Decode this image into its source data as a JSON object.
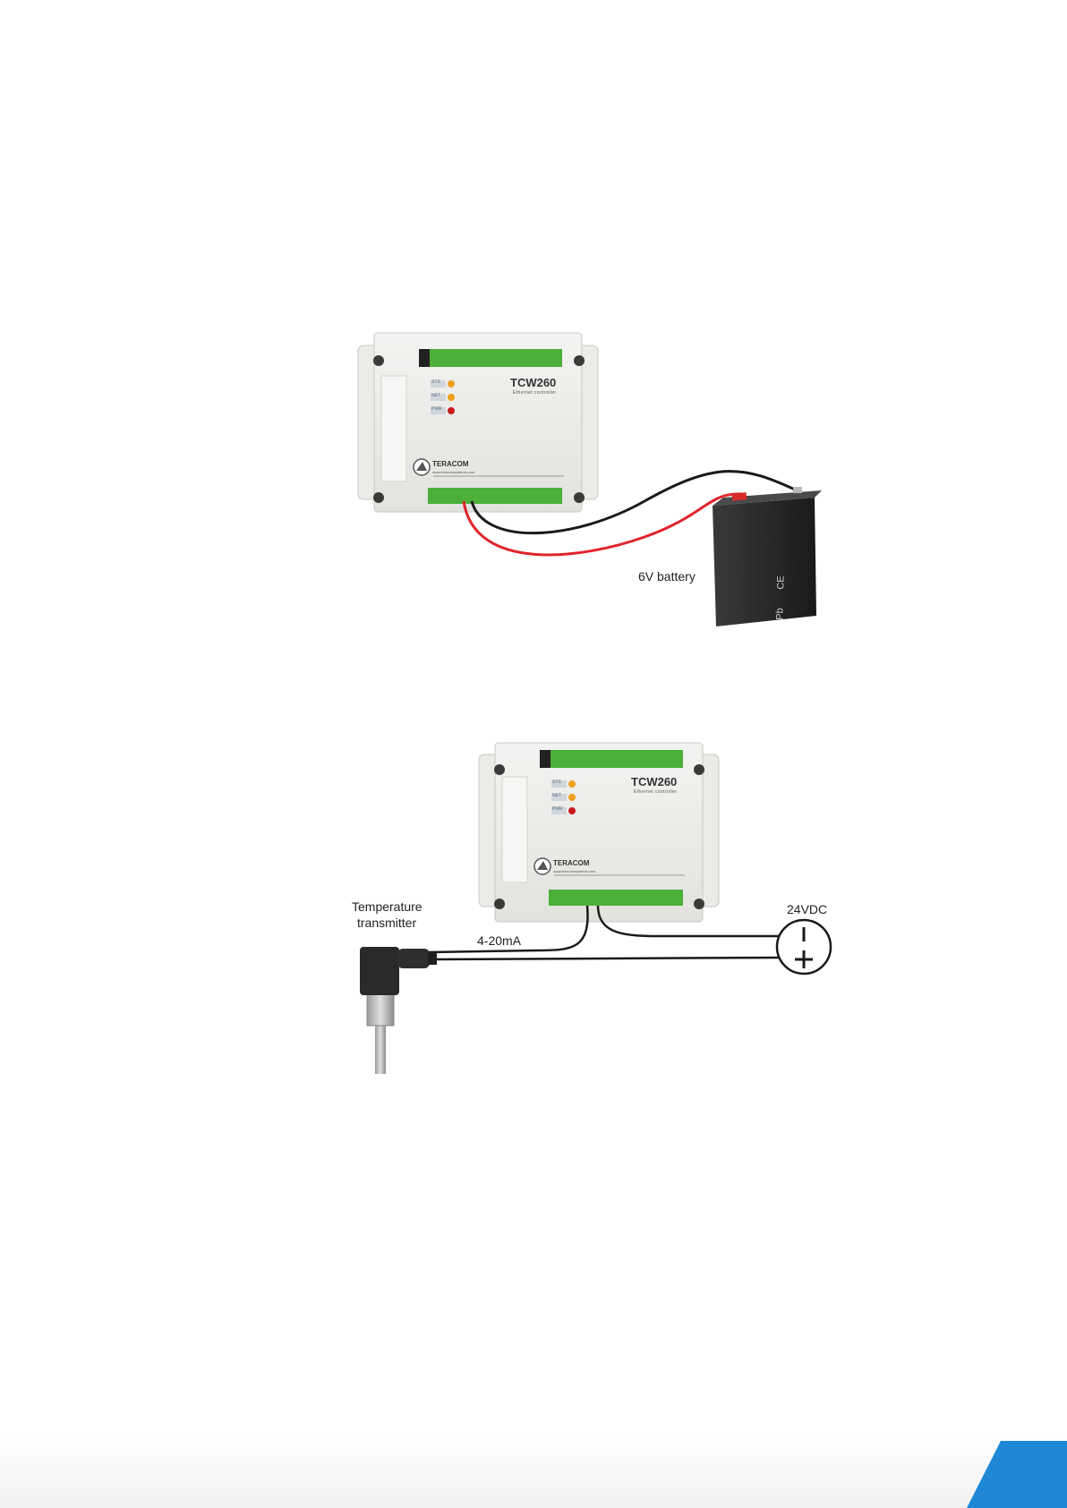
{
  "diagram1": {
    "device": {
      "model": "TCW260",
      "subtitle": "Ethernet controller",
      "brand": "TERACOM",
      "website": "www.teracomsystems.com",
      "leds": [
        "STS",
        "NET",
        "PWR"
      ]
    },
    "battery_label": "6V battery",
    "battery_marks": [
      "CE",
      "Pb"
    ],
    "wire_colors": {
      "positive": "#e0242b",
      "negative": "#1a1a1a"
    }
  },
  "diagram2": {
    "device": {
      "model": "TCW260",
      "subtitle": "Ethernet controller",
      "brand": "TERACOM",
      "website": "www.teracomsystems.com",
      "leds": [
        "STS",
        "NET",
        "PWR"
      ]
    },
    "sensor_label_line1": "Temperature",
    "sensor_label_line2": "transmitter",
    "signal_label": "4-20mA",
    "supply_label": "24VDC"
  },
  "colors": {
    "accent": "#1e88d6",
    "led_amber": "#f0a020",
    "led_red": "#c81a1a",
    "terminal_green": "#4caf3a"
  }
}
